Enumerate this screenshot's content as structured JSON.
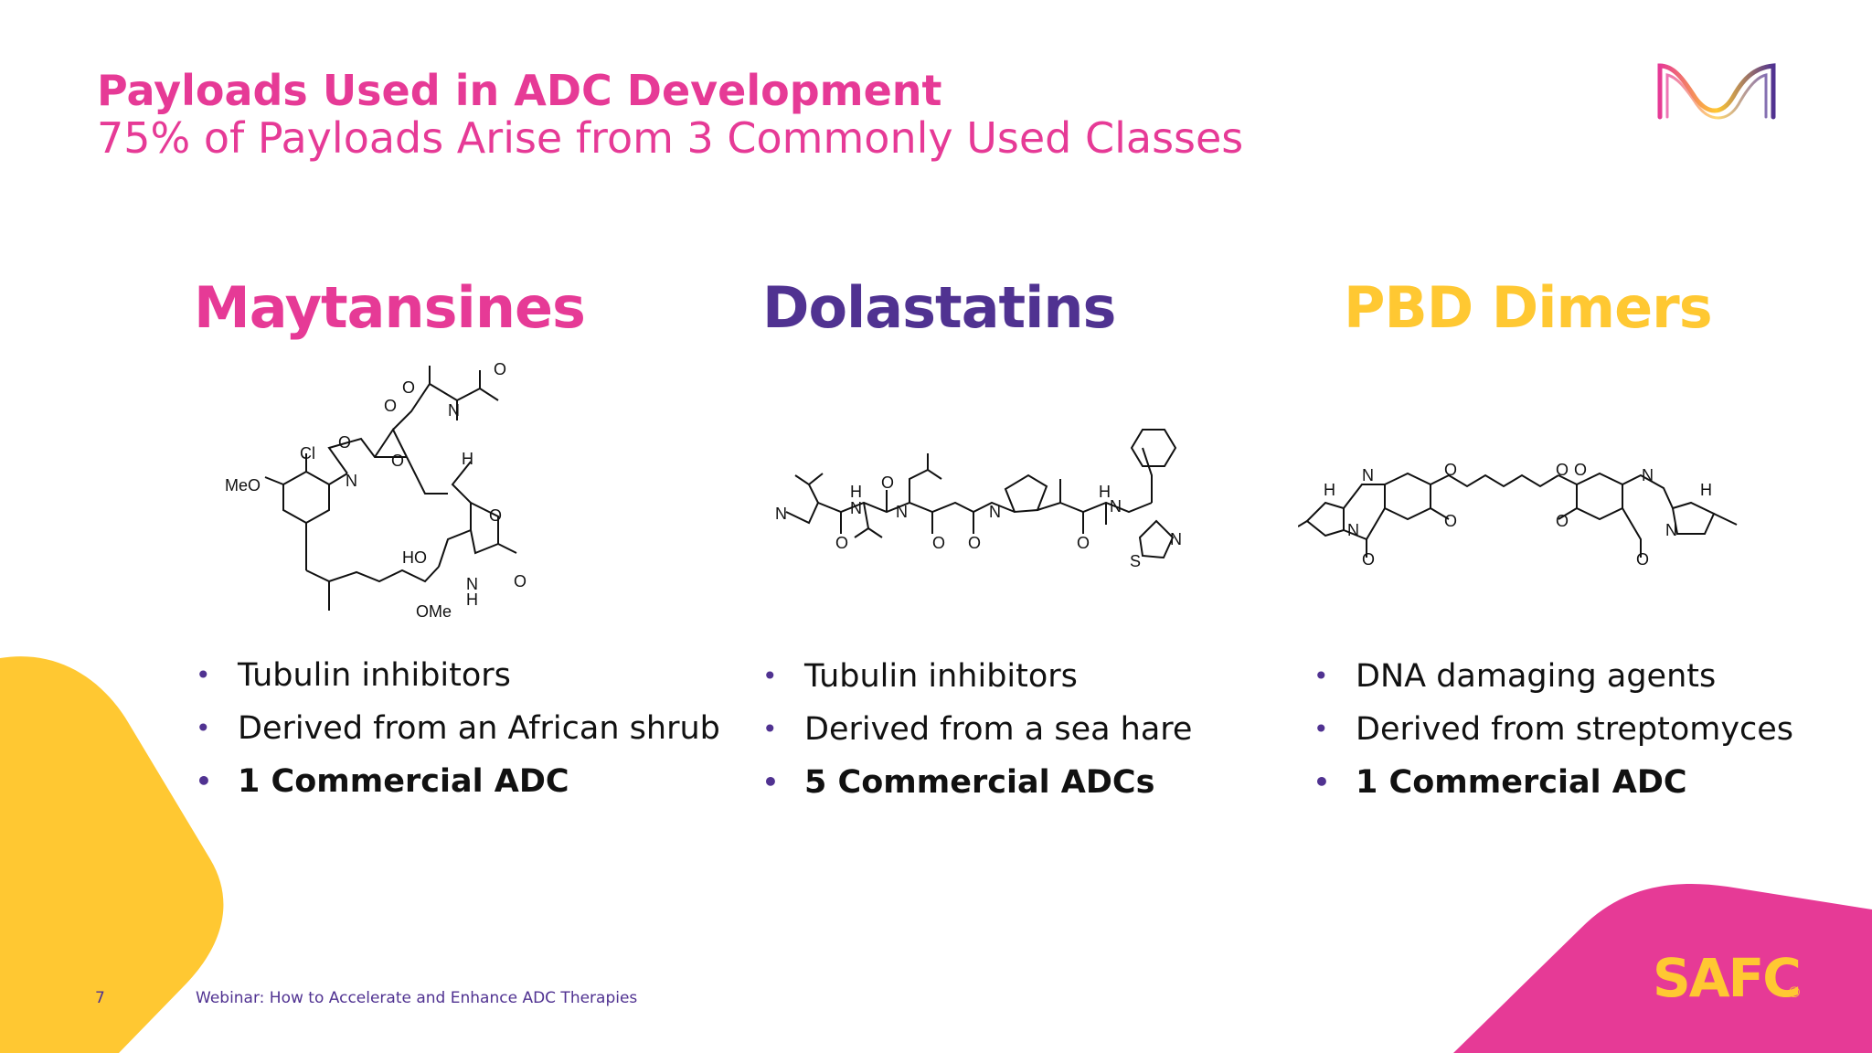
{
  "slide": {
    "title": "Payloads Used in ADC Development",
    "subtitle": "75% of Payloads Arise from 3 Commonly Used Classes",
    "columns": [
      {
        "heading": "Maytansines",
        "heading_color": "#e63a96",
        "structure_icon": "maytansine-structure",
        "labels": [
          "O",
          "O",
          "N",
          "O",
          "O",
          "Cl",
          "MeO",
          "N",
          "O",
          "H",
          "HO",
          "O",
          "N",
          "H",
          "O",
          "OMe"
        ],
        "bullets": [
          "Tubulin inhibitors",
          "Derived from an African shrub",
          "1 Commercial ADC"
        ]
      },
      {
        "heading": "Dolastatins",
        "heading_color": "#503291",
        "structure_icon": "dolastatin-structure",
        "labels": [
          "N",
          "H",
          "N",
          "O",
          "O",
          "N",
          "O",
          "N",
          "O",
          "O",
          "H",
          "N",
          "N",
          "S"
        ],
        "bullets": [
          "Tubulin inhibitors",
          "Derived from a sea hare",
          "5 Commercial ADCs"
        ]
      },
      {
        "heading": "PBD Dimers",
        "heading_color": "#ffc832",
        "structure_icon": "pbd-dimer-structure",
        "labels": [
          "H",
          "N",
          "N",
          "O",
          "O",
          "O",
          "O",
          "O",
          "O",
          "N",
          "H",
          "N",
          "O"
        ],
        "bullets": [
          "DNA damaging agents",
          "Derived from streptomyces",
          "1 Commercial ADC"
        ]
      }
    ]
  },
  "footer": {
    "page_number": "7",
    "text": "Webinar: How to Accelerate and Enhance ADC Therapies",
    "brand": "SAFC",
    "registered": "®"
  },
  "colors": {
    "pink": "#e63a96",
    "purple": "#503291",
    "yellow": "#ffc832"
  }
}
